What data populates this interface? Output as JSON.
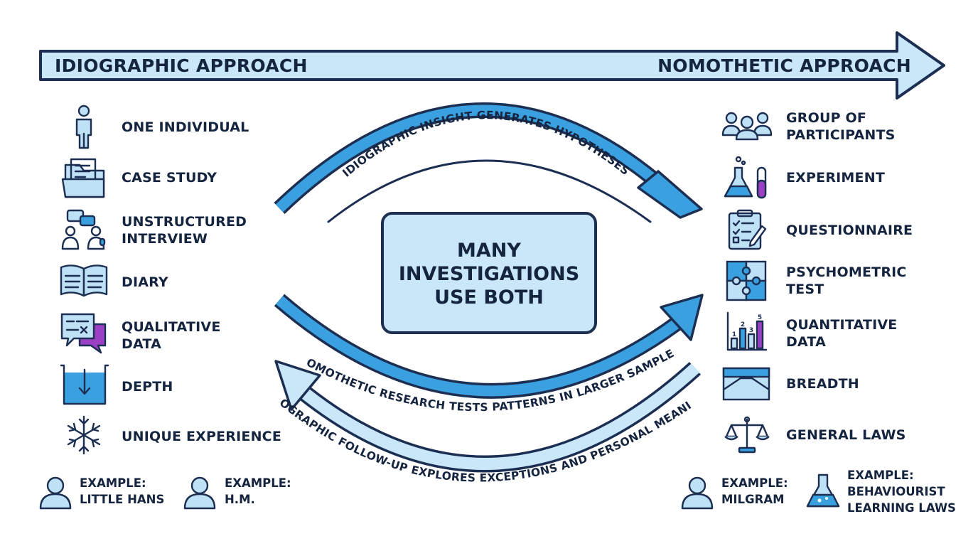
{
  "header": {
    "left_label": "IDIOGRAPHIC APPROACH",
    "right_label": "NOMOTHETIC APPROACH"
  },
  "idiographic": {
    "items": [
      {
        "icon": "person-icon",
        "lines": [
          "ONE INDIVIDUAL"
        ]
      },
      {
        "icon": "folder-icon",
        "lines": [
          "CASE STUDY"
        ]
      },
      {
        "icon": "interview-icon",
        "lines": [
          "UNSTRUCTURED",
          "INTERVIEW"
        ]
      },
      {
        "icon": "book-icon",
        "lines": [
          "DIARY"
        ]
      },
      {
        "icon": "chat-bubbles-icon",
        "lines": [
          "QUALITATIVE",
          "DATA"
        ]
      },
      {
        "icon": "depth-icon",
        "lines": [
          "DEPTH"
        ]
      },
      {
        "icon": "snowflake-icon",
        "lines": [
          "UNIQUE EXPERIENCE"
        ]
      }
    ],
    "examples": [
      {
        "icon": "user-icon",
        "lines": [
          "EXAMPLE:",
          "LITTLE HANS"
        ]
      },
      {
        "icon": "user-icon",
        "lines": [
          "EXAMPLE:",
          "H.M."
        ]
      }
    ]
  },
  "nomothetic": {
    "items": [
      {
        "icon": "group-icon",
        "lines": [
          "GROUP OF",
          "PARTICIPANTS"
        ]
      },
      {
        "icon": "flask-icon",
        "lines": [
          "EXPERIMENT"
        ]
      },
      {
        "icon": "clipboard-icon",
        "lines": [
          "QUESTIONNAIRE"
        ]
      },
      {
        "icon": "puzzle-icon",
        "lines": [
          "PSYCHOMETRIC",
          "TEST"
        ]
      },
      {
        "icon": "bar-chart-icon",
        "lines": [
          "QUANTITATIVE",
          "DATA"
        ],
        "chart_values": [
          "1",
          "2",
          "3",
          "5"
        ]
      },
      {
        "icon": "landscape-icon",
        "lines": [
          "BREADTH"
        ]
      },
      {
        "icon": "scales-icon",
        "lines": [
          "GENERAL LAWS"
        ]
      }
    ],
    "examples": [
      {
        "icon": "user-icon",
        "lines": [
          "EXAMPLE:",
          "MILGRAM"
        ]
      },
      {
        "icon": "flask-icon",
        "lines": [
          "EXAMPLE:",
          "BEHAVIOURIST",
          "LEARNING LAWS"
        ]
      }
    ]
  },
  "center": {
    "lines": [
      "MANY",
      "INVESTIGATIONS",
      "USE BOTH"
    ]
  },
  "arcs": {
    "top": "IDIOGRAPHIC INSIGHT GENERATES HYPOTHESES",
    "middle": "NOMOTHETIC RESEARCH TESTS PATTERNS IN LARGER SAMPLES",
    "bottom": "IDIOGRAPHIC FOLLOW-UP EXPLORES EXCEPTIONS AND PERSONAL MEANING"
  },
  "colors": {
    "dark_blue": "#1c2f52",
    "bright_blue": "#3aa0e0",
    "light_blue": "#c9e7f8",
    "purple": "#9b3fc4"
  }
}
